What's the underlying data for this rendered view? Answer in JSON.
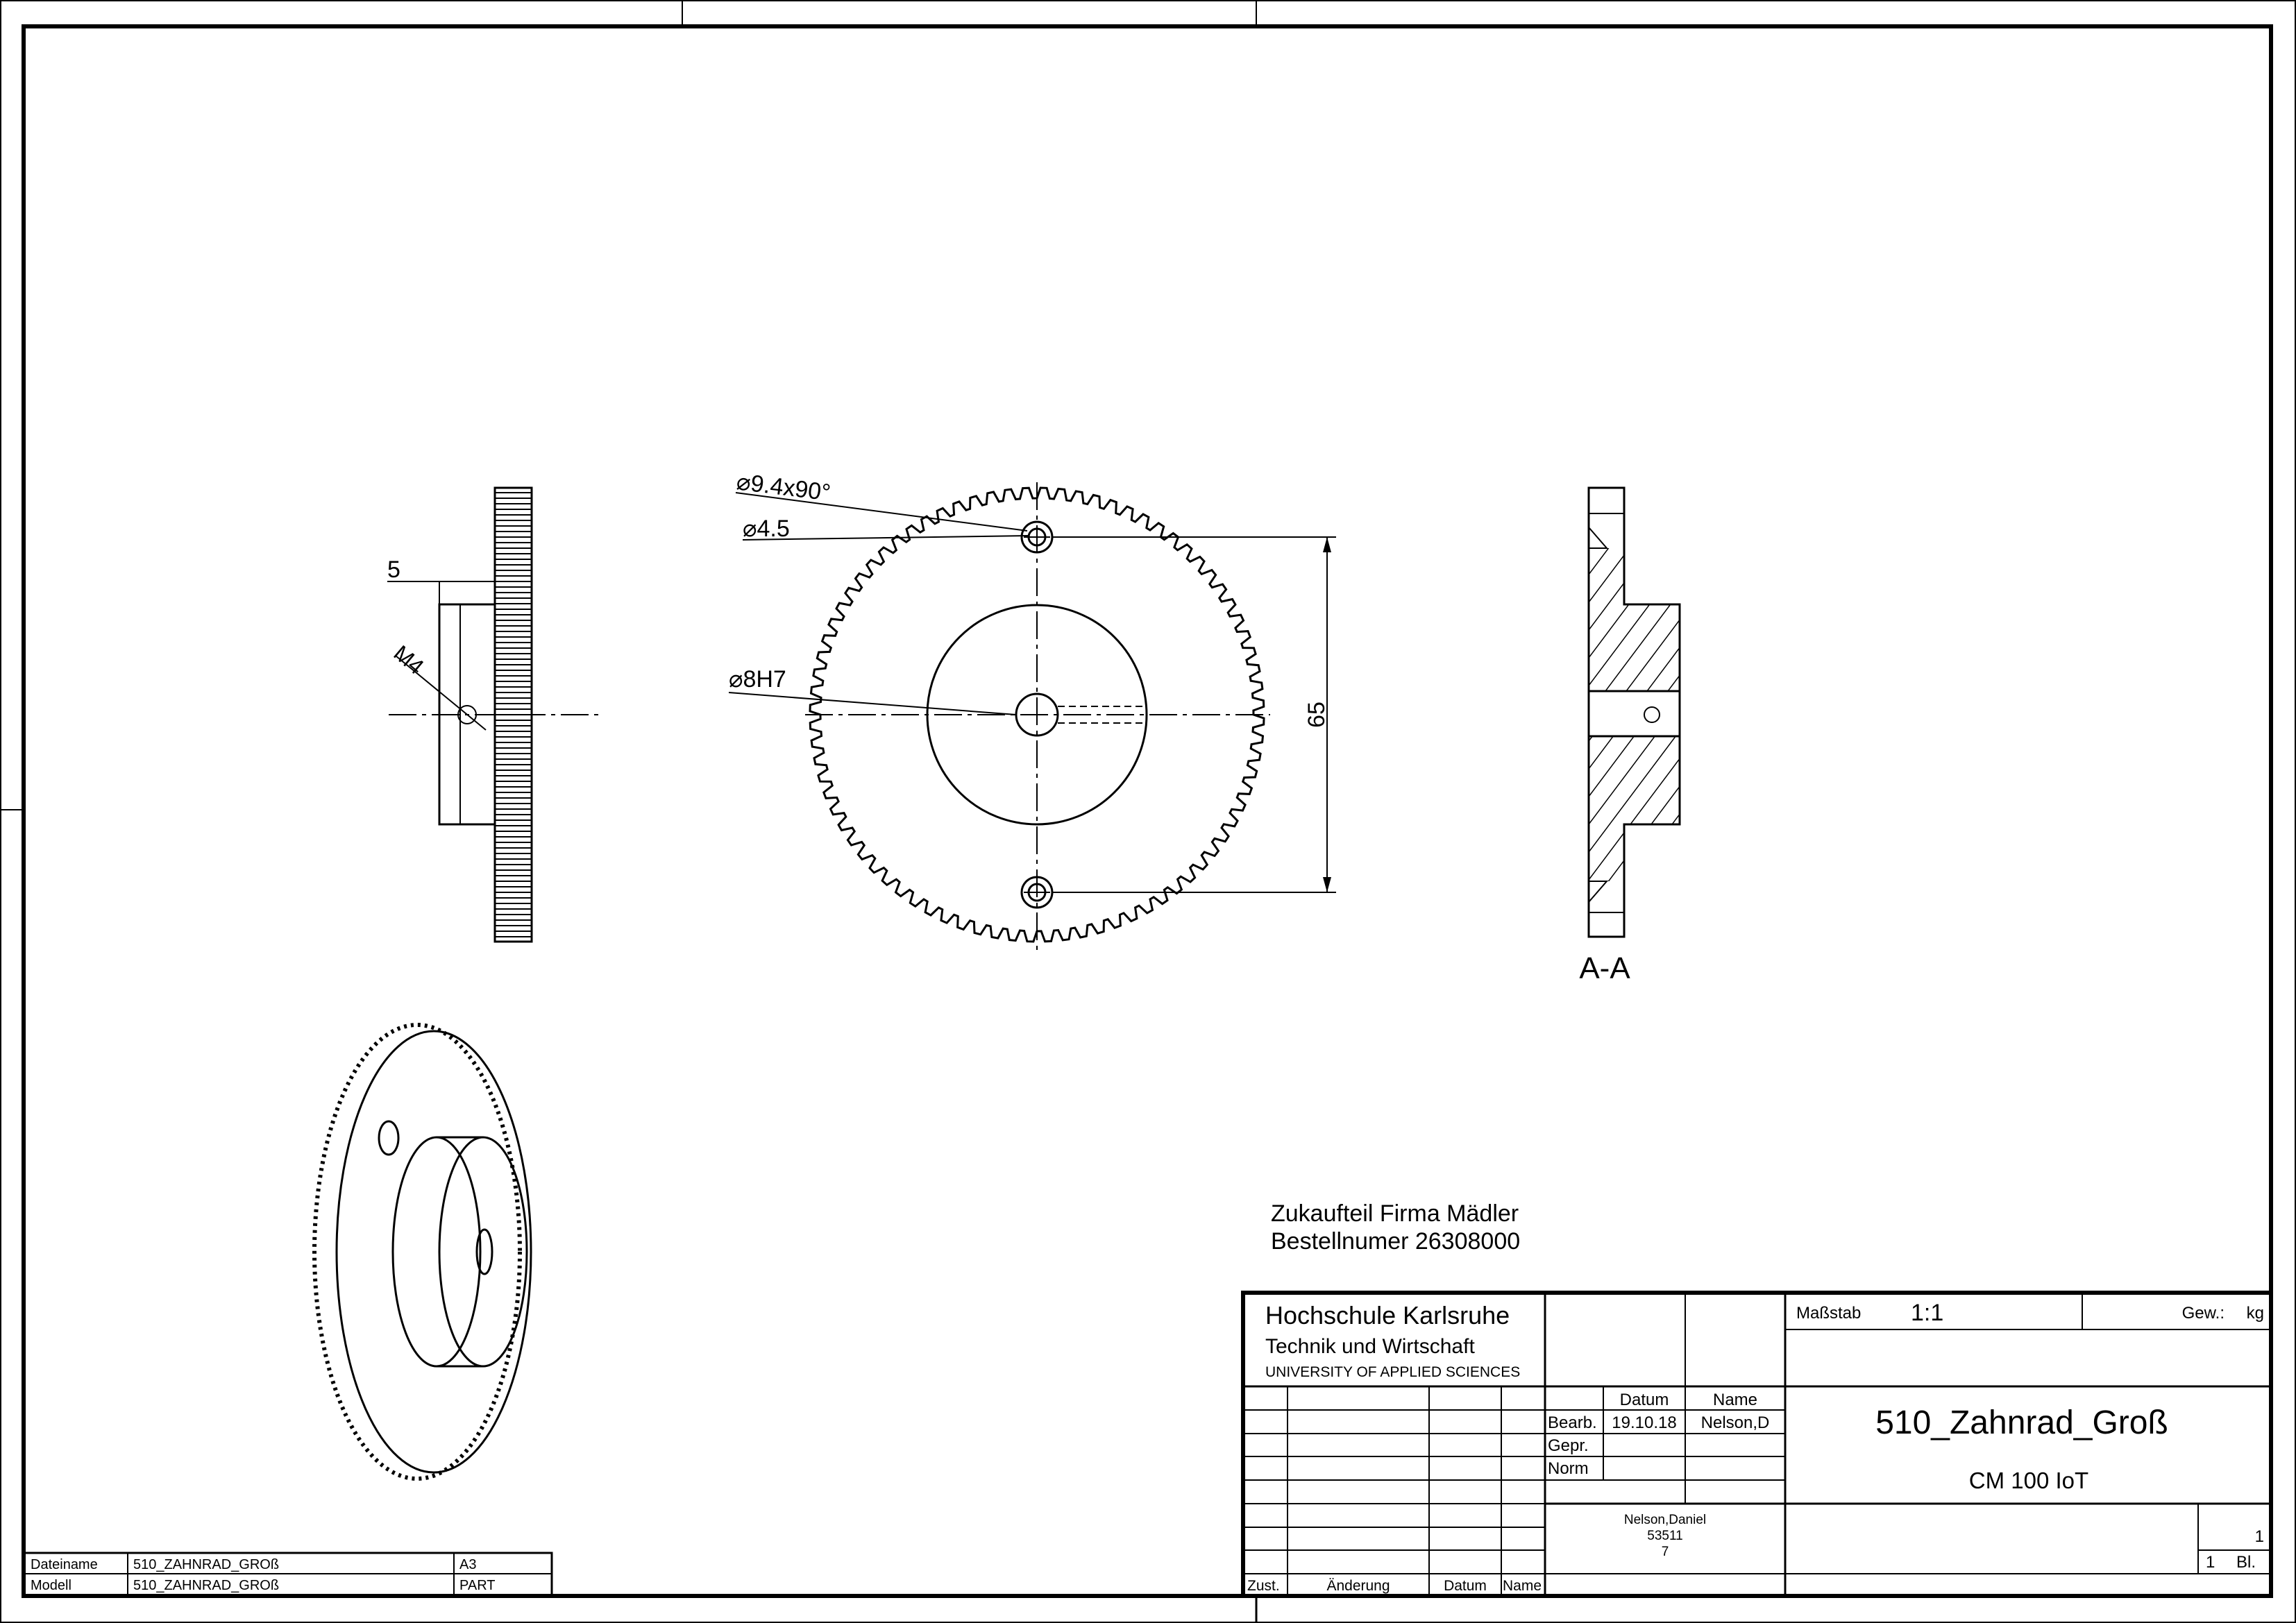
{
  "note": {
    "line1": "Zukaufteil Firma Mädler",
    "line2": "Bestellnumer 26308000"
  },
  "dimensions": {
    "countersink": "⌀9.4x90°",
    "hole": "⌀4.5",
    "bore": "⌀8H7",
    "hole_spacing": "65",
    "hub_offset": "5",
    "thread": "M4"
  },
  "section_label": "A-A",
  "title_block": {
    "institution_line1": "Hochschule Karlsruhe",
    "institution_line2": "Technik und Wirtschaft",
    "institution_line3": "UNIVERSITY OF APPLIED SCIENCES",
    "scale_label": "Maßstab",
    "scale_value": "1:1",
    "weight_label": "Gew.:",
    "weight_unit": "kg",
    "col_datum": "Datum",
    "col_name": "Name",
    "row_bearb": "Bearb.",
    "bearb_date": "19.10.18",
    "bearb_name": "Nelson,D",
    "row_gepr": "Gepr.",
    "row_norm": "Norm",
    "drawing_title": "510_Zahnrad_Groß",
    "project": "CM 100 IoT",
    "author_name": "Nelson,Daniel",
    "author_id": "53511",
    "author_extra": "7",
    "sheet_number": "1",
    "sheet_count": "1",
    "sheet_label": "Bl.",
    "rev_zust": "Zust.",
    "rev_aenderung": "Änderung",
    "rev_datum": "Datum",
    "rev_name": "Name"
  },
  "file_info": {
    "dateiname_label": "Dateiname",
    "dateiname_value": "510_ZAHNRAD_GROß",
    "format": "A3",
    "modell_label": "Modell",
    "modell_value": "510_ZAHNRAD_GROß",
    "type": "PART"
  },
  "gear": {
    "teeth": 80
  }
}
